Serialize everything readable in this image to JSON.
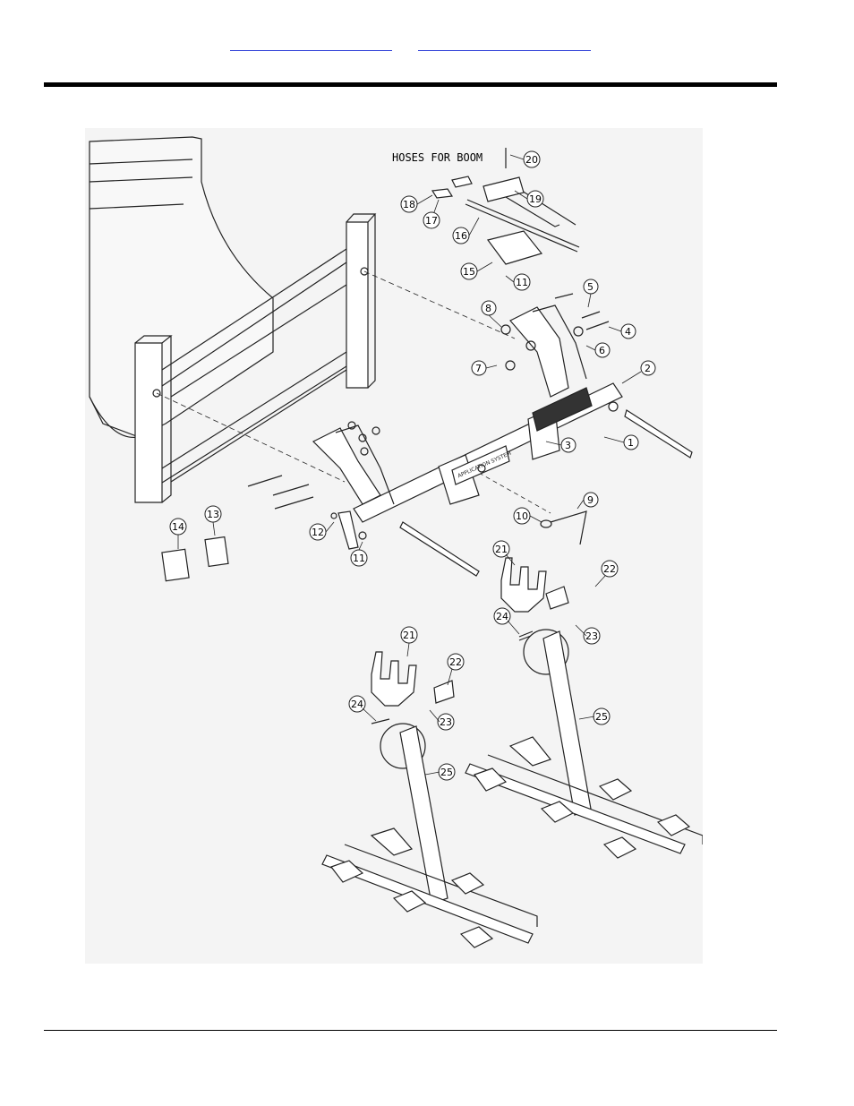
{
  "header": {
    "links": [
      {
        "label": ""
      },
      {
        "label": ""
      }
    ]
  },
  "diagram": {
    "label": "HOSES FOR BOOM",
    "decal_text": "APPLICATION SYSTEM",
    "callouts": [
      "1",
      "2",
      "3",
      "4",
      "5",
      "6",
      "7",
      "8",
      "9",
      "10",
      "11",
      "11",
      "12",
      "13",
      "14",
      "15",
      "16",
      "17",
      "18",
      "19",
      "20",
      "21",
      "21",
      "22",
      "22",
      "23",
      "23",
      "24",
      "24",
      "25",
      "25"
    ]
  }
}
